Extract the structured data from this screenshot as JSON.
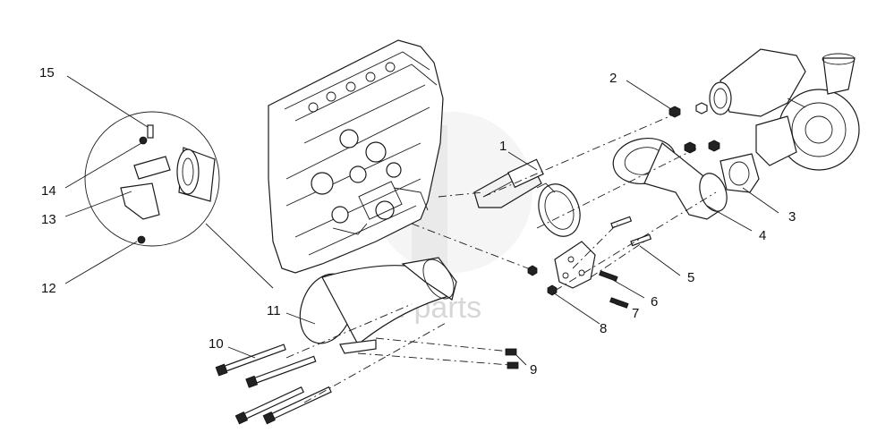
{
  "watermark": {
    "text": "data-parts"
  },
  "callouts": [
    {
      "id": "1",
      "label": "1"
    },
    {
      "id": "2",
      "label": "2"
    },
    {
      "id": "3",
      "label": "3"
    },
    {
      "id": "4",
      "label": "4"
    },
    {
      "id": "5",
      "label": "5"
    },
    {
      "id": "6",
      "label": "6"
    },
    {
      "id": "7",
      "label": "7"
    },
    {
      "id": "8",
      "label": "8"
    },
    {
      "id": "9",
      "label": "9"
    },
    {
      "id": "10",
      "label": "10"
    },
    {
      "id": "11",
      "label": "11"
    },
    {
      "id": "12",
      "label": "12"
    },
    {
      "id": "13",
      "label": "13"
    },
    {
      "id": "14",
      "label": "14"
    },
    {
      "id": "15",
      "label": "15"
    }
  ],
  "colors": {
    "line": "#1a1a1a",
    "watermark": "#d7d7d7",
    "background": "#ffffff"
  }
}
